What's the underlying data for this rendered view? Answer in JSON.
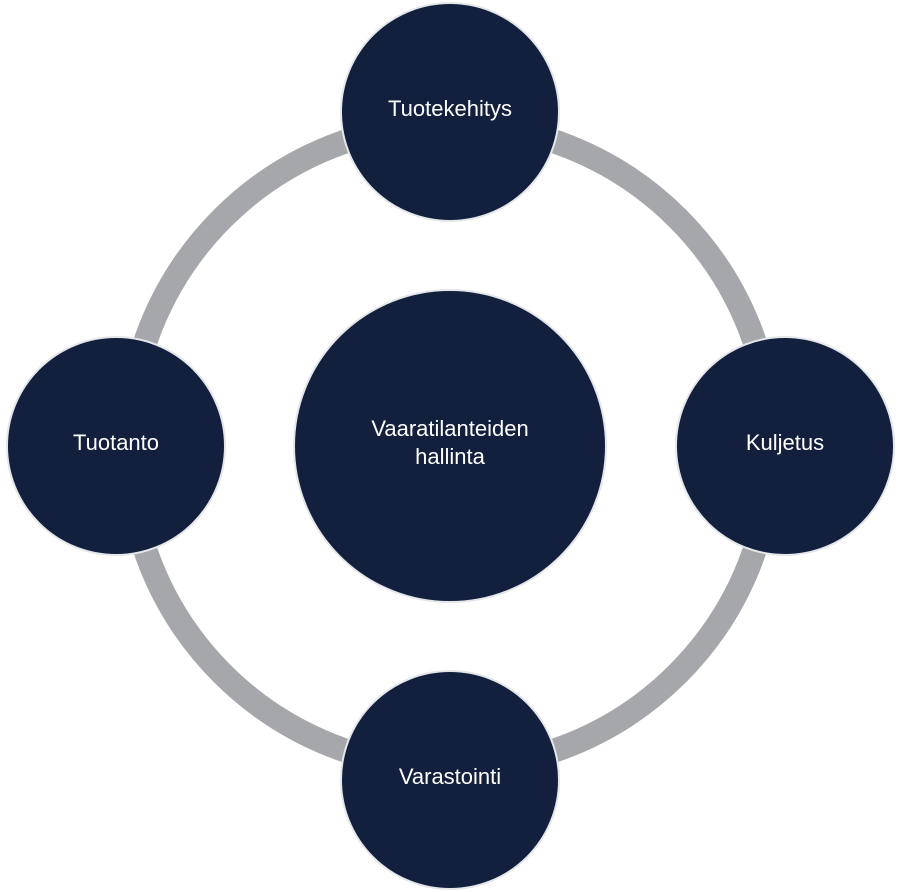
{
  "colors": {
    "ring": "#a6a7aa",
    "node": "#121f3d",
    "text": "#ffffff"
  },
  "center": {
    "label_line1": "Vaaratilanteiden",
    "label_line2": "hallinta"
  },
  "nodes": {
    "top": "Tuotekehitys",
    "right": "Kuljetus",
    "bottom": "Varastointi",
    "left": "Tuotanto"
  }
}
